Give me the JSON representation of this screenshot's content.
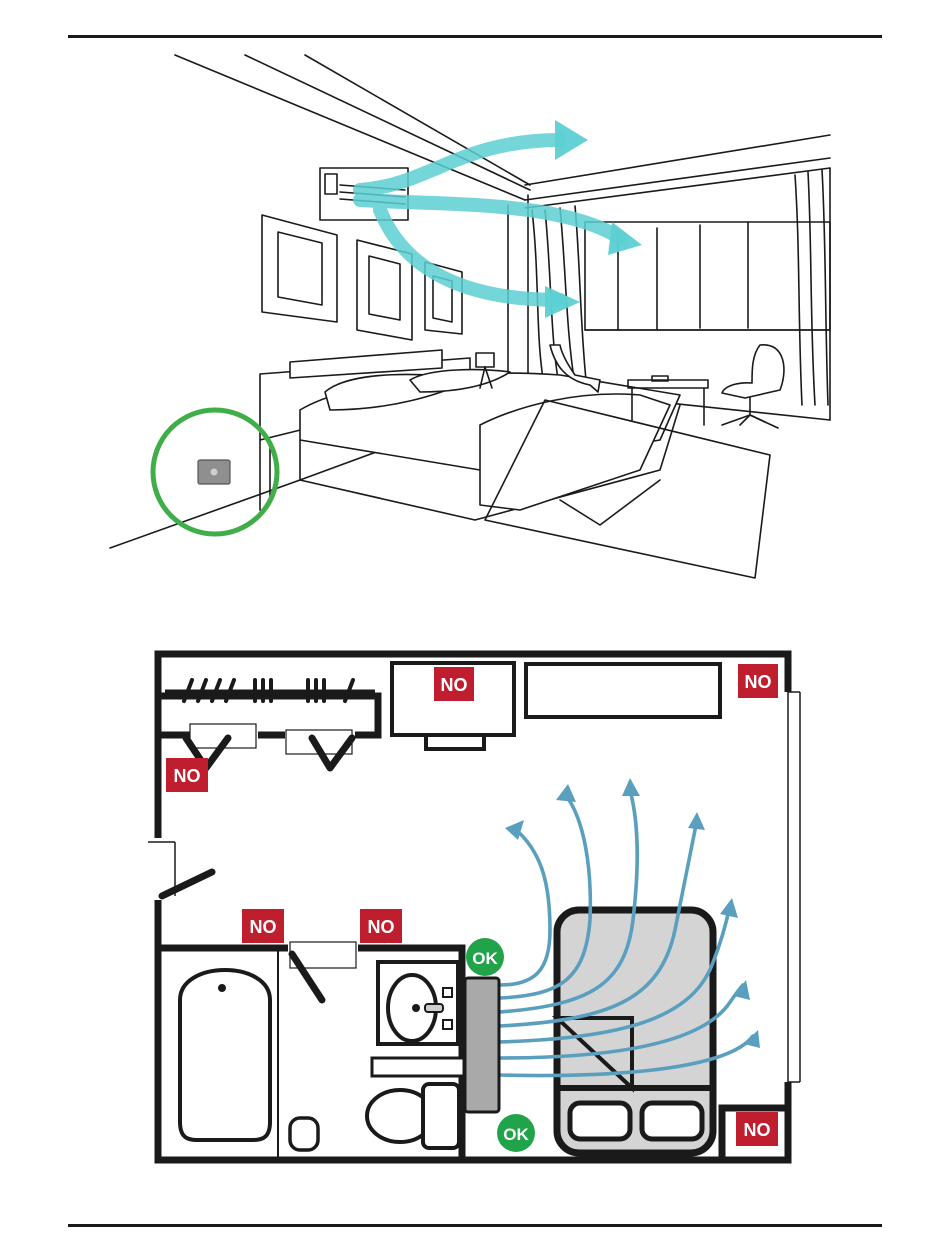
{
  "colors": {
    "line": "#1a1a1a",
    "no_badge": "#be1e2d",
    "ok_badge": "#21a34a",
    "highlight_circle": "#3fae49",
    "airflow_illustration": "#5cd0d3",
    "airflow_plan": "#5b9fbf",
    "bed_fill": "#d4d4d4",
    "unit_fill": "#a9a9a9",
    "device_fill": "#8f8f8f"
  },
  "icons": {
    "highlight": "circle-highlight-icon",
    "wall_unit": "wall-ac-unit-icon",
    "wall_device": "wall-sensor-icon",
    "arrow": "arrow-head-icon"
  },
  "floor_plan": {
    "no_label": "NO",
    "ok_label": "OK",
    "no_badges": [
      {
        "label": "NO",
        "location": "bookshelf"
      },
      {
        "label": "NO",
        "location": "window-corner"
      },
      {
        "label": "NO",
        "location": "closet"
      },
      {
        "label": "NO",
        "location": "bathroom-wall-left"
      },
      {
        "label": "NO",
        "location": "bathroom-wall-right"
      },
      {
        "label": "NO",
        "location": "bottom-right-corner"
      }
    ],
    "ok_badges": [
      {
        "label": "OK",
        "location": "beside-unit-top"
      },
      {
        "label": "OK",
        "location": "beside-unit-bottom"
      }
    ]
  }
}
